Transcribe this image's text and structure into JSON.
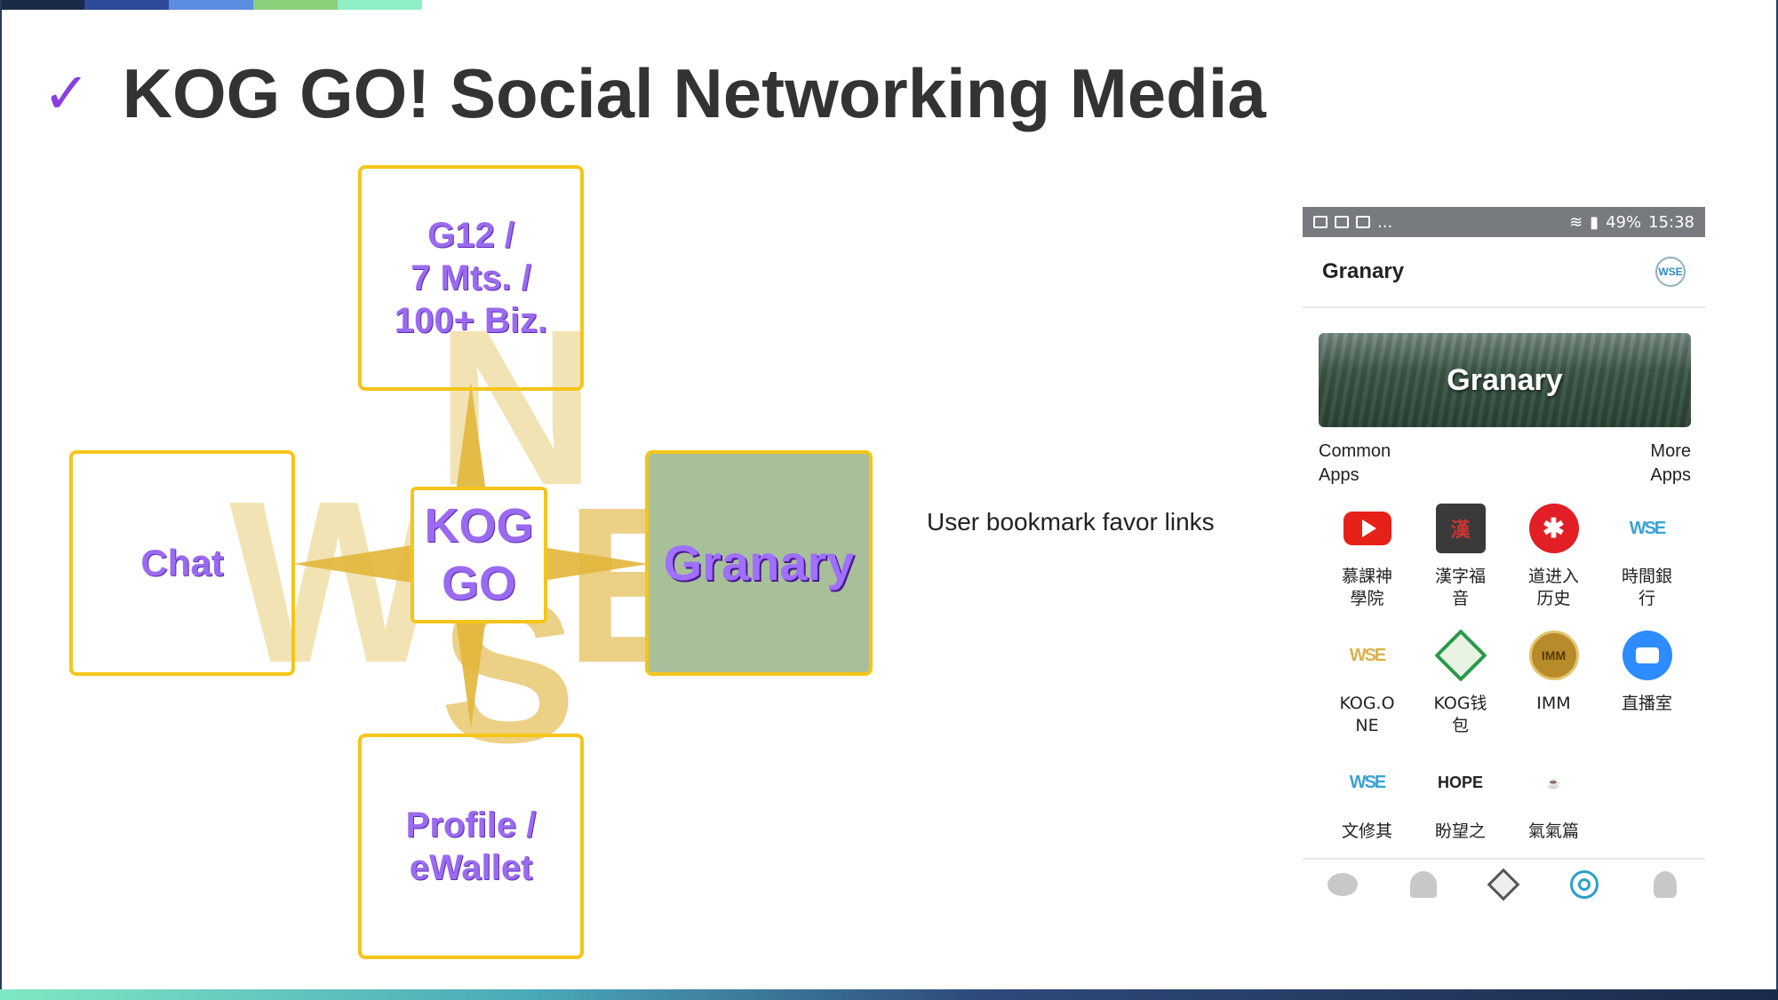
{
  "slide": {
    "title": "KOG GO! Social Networking Media",
    "check_glyph": "✓",
    "annotation": "User bookmark favor links",
    "colors": {
      "accent": "#8a3fe0",
      "box_border": "#f5c518",
      "label": "#9a6bf0",
      "granary_fill": "#a8c09a"
    }
  },
  "diagram": {
    "top_label": "G12 /\n7 Mts. /\n100+ Biz.",
    "left_label": "Chat",
    "right_label": "Granary",
    "bottom_label": "Profile /\neWallet",
    "center_label": "KOG\nGO",
    "compass_letters": [
      "W",
      "N",
      "E",
      "S"
    ]
  },
  "phone": {
    "status": {
      "battery": "49%",
      "time": "15:38",
      "more": "..."
    },
    "appbar_title": "Granary",
    "banner_label": "Granary",
    "common_apps_label": "Common\nApps",
    "more_apps_label": "More\nApps",
    "apps": [
      {
        "label": "慕課神\n學院",
        "icon": "youtube-icon"
      },
      {
        "label": "漢字福\n音",
        "icon": "hanzi-icon"
      },
      {
        "label": "道进入\n历史",
        "icon": "red-emblem-icon"
      },
      {
        "label": "時間銀\n行",
        "icon": "wse-logo-icon"
      },
      {
        "label": "KOG.O\nNE",
        "icon": "wse-gold-logo-icon"
      },
      {
        "label": "KOG钱\n包",
        "icon": "diamond-icon"
      },
      {
        "label": "IMM",
        "icon": "imm-icon"
      },
      {
        "label": "直播室",
        "icon": "zoom-icon"
      },
      {
        "label": "文修其",
        "icon": "wse-logo-icon"
      },
      {
        "label": "盼望之",
        "icon": "hope-icon"
      },
      {
        "label": "氣氣篇",
        "icon": "coffee-icon"
      }
    ],
    "nav": [
      "chat-icon",
      "contacts-icon",
      "diamond-icon",
      "target-icon",
      "user-icon"
    ]
  }
}
